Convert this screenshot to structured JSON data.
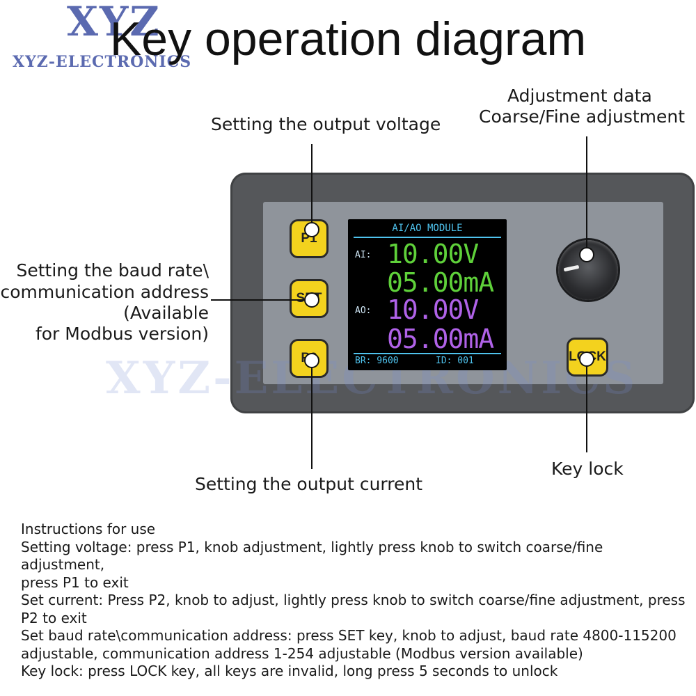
{
  "logo": {
    "main": "XYZ",
    "sub": "XYZ-ELECTRONICS",
    "watermark": "XYZ-ELECTRONICS"
  },
  "title": "Key operation diagram",
  "labels": {
    "p1": "Setting the output voltage",
    "knob_line1": "Adjustment data",
    "knob_line2": "Coarse/Fine adjustment",
    "set_line1": "Setting the baud rate\\",
    "set_line2": "communication address",
    "set_line3": "(Available",
    "set_line4": "for Modbus version)",
    "p2": "Setting the output current",
    "lock": "Key lock"
  },
  "keys": {
    "p1": "P1",
    "set": "SET",
    "p2": "P2",
    "lock": "LOCK"
  },
  "screen": {
    "header": "AI/AO MODULE",
    "ai_tag": "AI:",
    "ai_voltage": "10.00V",
    "ai_current": "05.00mA",
    "ao_tag": "AO:",
    "ao_voltage": "10.00V",
    "ao_current": "05.00mA",
    "baud": "BR: 9600",
    "id": "ID: 001"
  },
  "colors": {
    "screen_cyan": "#4fc3ee",
    "value_green": "#5fd13a",
    "value_purple": "#b062e8",
    "key_yellow": "#f3d21e"
  },
  "instructions": [
    "Instructions for use",
    "Setting voltage: press P1, knob adjustment, lightly press knob to switch coarse/fine adjustment,",
    "press P1 to exit",
    "Set current: Press P2, knob to adjust, lightly press knob to switch coarse/fine adjustment, press",
    "P2 to exit",
    "Set baud rate\\communication address: press SET key, knob to adjust, baud rate 4800-115200",
    "adjustable, communication address 1-254 adjustable (Modbus version available)",
    "Key lock: press LOCK key, all keys are invalid, long press 5 seconds to unlock"
  ]
}
